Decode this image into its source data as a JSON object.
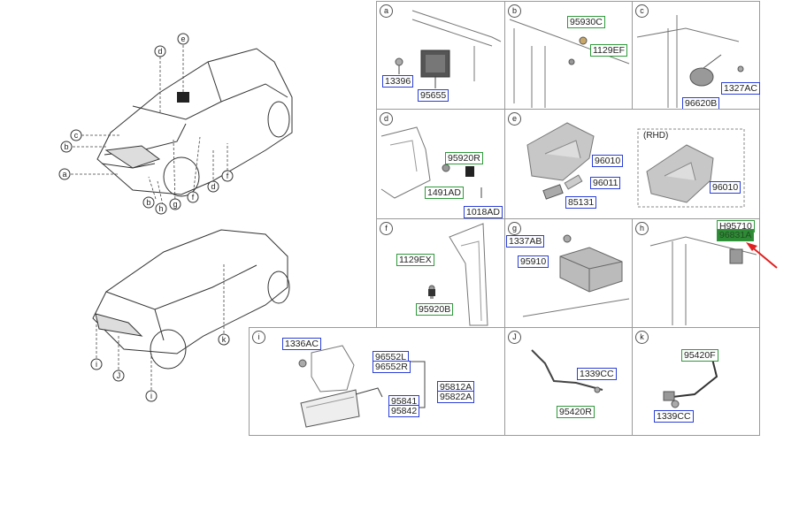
{
  "callouts": [
    "d",
    "e",
    "c",
    "b",
    "a",
    "b",
    "h",
    "g",
    "f",
    "d",
    "f",
    "k",
    "i",
    "J",
    "i"
  ],
  "panels": [
    {
      "letter": "a",
      "parts": [
        "13396",
        "95655"
      ]
    },
    {
      "letter": "b",
      "parts": [
        "95930C",
        "1129EF"
      ]
    },
    {
      "letter": "c",
      "parts": [
        "1327AC",
        "96620B"
      ]
    },
    {
      "letter": "d",
      "parts": [
        "95920R",
        "1491AD",
        "1018AD"
      ]
    },
    {
      "letter": "e",
      "parts": [
        "96010",
        "96011",
        "85131",
        "96010"
      ],
      "note": "(RHD)"
    },
    {
      "letter": "f",
      "parts": [
        "1129EX",
        "95920B"
      ]
    },
    {
      "letter": "g",
      "parts": [
        "1337AB",
        "95910"
      ]
    },
    {
      "letter": "h",
      "parts": [
        "H95710",
        "96831A"
      ]
    },
    {
      "letter": "i",
      "parts": [
        "1336AC",
        "96552L",
        "96552R",
        "95812A",
        "95822A",
        "95841",
        "95842"
      ]
    },
    {
      "letter": "J",
      "parts": [
        "1339CC",
        "95420R"
      ]
    },
    {
      "letter": "k",
      "parts": [
        "95420F",
        "1339CC"
      ]
    }
  ],
  "colors": {
    "blue_box": "#2b3fd6",
    "green_box": "#2e9a3a",
    "highlight": "#2f8a36",
    "arrow": "#e02020"
  }
}
